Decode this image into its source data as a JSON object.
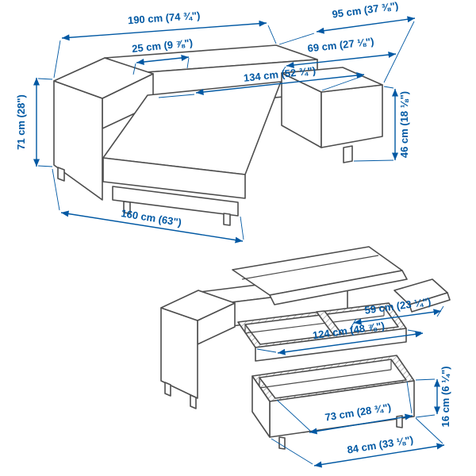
{
  "colors": {
    "accent": "#0058a3",
    "line": "#4d4d4d",
    "background": "#ffffff",
    "hatch": "#808080"
  },
  "views": {
    "assembled": {
      "dims": {
        "total_width": "190 cm (74 ¾\")",
        "right_section_width": "95 cm (37 ⅜\")",
        "armrest_width": "25 cm (9 ⅞\")",
        "right_seat_depth": "69 cm (27 ⅛\")",
        "chaise_seat_width": "134 cm (52 ¾\")",
        "total_height": "71 cm (28\")",
        "seat_height": "46 cm (18 ⅛\")",
        "total_depth": "160 cm (63\")"
      }
    },
    "open": {
      "dims": {
        "storage_depth": "59 cm (23 ¼\")",
        "storage_width": "124 cm (48 ⅞\")",
        "storage_inner_height": "16 cm (6 ¼\")",
        "front_storage_inner_width": "73 cm (28 ¾\")",
        "front_storage_outer_width": "84 cm (33 ⅛\")"
      }
    }
  }
}
